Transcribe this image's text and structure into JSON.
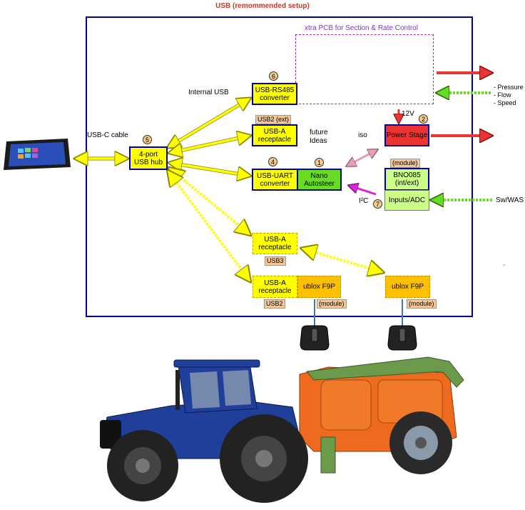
{
  "title": "USB (remommended setup)",
  "xtra_pcb": {
    "label": "xtra PCB for Section & Rate Control"
  },
  "labels": {
    "usb_c_cable": "USB-C cable",
    "internal_usb": "Internal USB",
    "future_ideas": "future\nIdeas",
    "iso": "iso",
    "twelve_v": "12V",
    "i2c": "I²C",
    "sensors": "- Pressure\n- Flow\n- Speed",
    "sw_was": "Sw/WAS",
    "dash": "-"
  },
  "boxes": {
    "hub": "4-port\nUSB hub",
    "rs485": "USB-RS485\nconverter",
    "usba_top": "USB-A\nreceptacle",
    "uart": "USB-UART\nconverter",
    "nano": "Nano\nAutosteer",
    "power": "Power Stage",
    "bno": "BNO085\n(int/ext)",
    "inputs": "Inputs/ADC",
    "usba3": "USB-A\nreceptacle",
    "usba2": "USB-A\nreceptacle",
    "f9p_left": "ublox F9P",
    "f9p_right": "ublox F9P"
  },
  "numbers": [
    "1",
    "2",
    "4",
    "5",
    "6",
    "7"
  ],
  "tags": {
    "usb2_ext": "USB2 (ext)",
    "module_bno": "(module)",
    "usb3": "USB3",
    "usb2": "USB2",
    "module_left": "(module)",
    "module_right": "(module)"
  },
  "colors": {
    "frame": "#0000a0",
    "yellow": "#ffff00",
    "green": "#66dd22",
    "light_green": "#ccff88",
    "red": "#ee3333",
    "orange": "#ffc000",
    "xtra_border": "#9a2fb0"
  }
}
